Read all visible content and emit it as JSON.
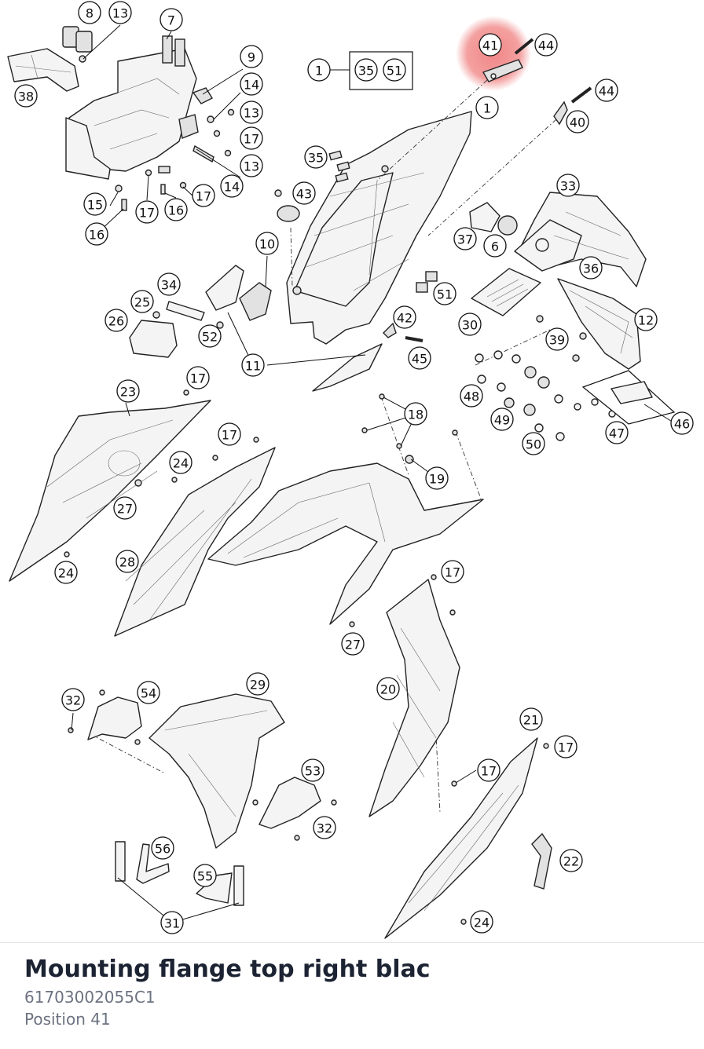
{
  "diagram": {
    "highlight_color": "#f08080",
    "highlighted_label": "41",
    "group_box_labels": [
      "35",
      "51"
    ],
    "callouts": [
      {
        "id": "c8",
        "label": "8"
      },
      {
        "id": "c13a",
        "label": "13"
      },
      {
        "id": "c7",
        "label": "7"
      },
      {
        "id": "c38",
        "label": "38"
      },
      {
        "id": "c9",
        "label": "9"
      },
      {
        "id": "c14a",
        "label": "14"
      },
      {
        "id": "c13b",
        "label": "13"
      },
      {
        "id": "c17a",
        "label": "17"
      },
      {
        "id": "c13c",
        "label": "13"
      },
      {
        "id": "c14b",
        "label": "14"
      },
      {
        "id": "c17b",
        "label": "17"
      },
      {
        "id": "c16a",
        "label": "16"
      },
      {
        "id": "c17c",
        "label": "17"
      },
      {
        "id": "c15",
        "label": "15"
      },
      {
        "id": "c16b",
        "label": "16"
      },
      {
        "id": "c1a",
        "label": "1"
      },
      {
        "id": "c41",
        "label": "41"
      },
      {
        "id": "c44a",
        "label": "44"
      },
      {
        "id": "c44b",
        "label": "44"
      },
      {
        "id": "c1b",
        "label": "1"
      },
      {
        "id": "c40",
        "label": "40"
      },
      {
        "id": "c35",
        "label": "35"
      },
      {
        "id": "c43",
        "label": "43"
      },
      {
        "id": "c33",
        "label": "33"
      },
      {
        "id": "c37",
        "label": "37"
      },
      {
        "id": "c6",
        "label": "6"
      },
      {
        "id": "c36",
        "label": "36"
      },
      {
        "id": "c10",
        "label": "10"
      },
      {
        "id": "c34",
        "label": "34"
      },
      {
        "id": "c25",
        "label": "25"
      },
      {
        "id": "c26",
        "label": "26"
      },
      {
        "id": "c52",
        "label": "52"
      },
      {
        "id": "c51",
        "label": "51"
      },
      {
        "id": "c30",
        "label": "30"
      },
      {
        "id": "c12",
        "label": "12"
      },
      {
        "id": "c42",
        "label": "42"
      },
      {
        "id": "c39",
        "label": "39"
      },
      {
        "id": "c45",
        "label": "45"
      },
      {
        "id": "c11",
        "label": "11"
      },
      {
        "id": "c17d",
        "label": "17"
      },
      {
        "id": "c23",
        "label": "23"
      },
      {
        "id": "c48",
        "label": "48"
      },
      {
        "id": "c46",
        "label": "46"
      },
      {
        "id": "c18",
        "label": "18"
      },
      {
        "id": "c49",
        "label": "49"
      },
      {
        "id": "c47",
        "label": "47"
      },
      {
        "id": "c50",
        "label": "50"
      },
      {
        "id": "c17e",
        "label": "17"
      },
      {
        "id": "c24a",
        "label": "24"
      },
      {
        "id": "c19",
        "label": "19"
      },
      {
        "id": "c27a",
        "label": "27"
      },
      {
        "id": "c28",
        "label": "28"
      },
      {
        "id": "c24b",
        "label": "24"
      },
      {
        "id": "c17f",
        "label": "17"
      },
      {
        "id": "c27b",
        "label": "27"
      },
      {
        "id": "c29",
        "label": "29"
      },
      {
        "id": "c20",
        "label": "20"
      },
      {
        "id": "c32a",
        "label": "32"
      },
      {
        "id": "c54",
        "label": "54"
      },
      {
        "id": "c21",
        "label": "21"
      },
      {
        "id": "c17g",
        "label": "17"
      },
      {
        "id": "c53",
        "label": "53"
      },
      {
        "id": "c17h",
        "label": "17"
      },
      {
        "id": "c32b",
        "label": "32"
      },
      {
        "id": "c56",
        "label": "56"
      },
      {
        "id": "c22",
        "label": "22"
      },
      {
        "id": "c55",
        "label": "55"
      },
      {
        "id": "c31",
        "label": "31"
      },
      {
        "id": "c24c",
        "label": "24"
      }
    ]
  },
  "part": {
    "title": "Mounting flange top right blac",
    "number": "61703002055C1",
    "position": "Position 41"
  }
}
